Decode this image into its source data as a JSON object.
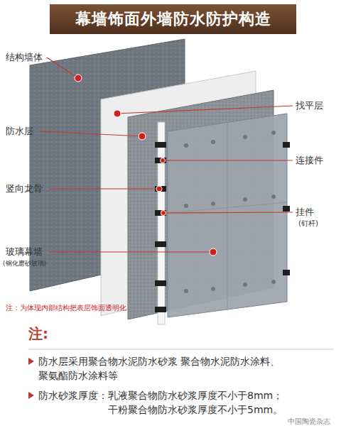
{
  "diagram": {
    "title": "幕墙饰面外墙防水防护构造",
    "labels": [
      "结构墙体",
      "找平层",
      "防水层",
      "连接件",
      "竖向龙骨",
      "挂件",
      "(钉杆)",
      "玻璃幕墙",
      "(钢化磨砂玻璃)",
      "注：为体现内部结构把表层饰面透明化",
      "注:",
      "防水层采用聚合物水泥防水砂浆 聚合物水泥防水涂料、聚氨酯防水涂料等",
      "防水砂浆厚度：乳液聚合物防水砂浆厚度不小于8mm； 干粉聚合物防水砂浆厚度不小于5mm。",
      "中国陶瓷杂志"
    ]
  }
}
